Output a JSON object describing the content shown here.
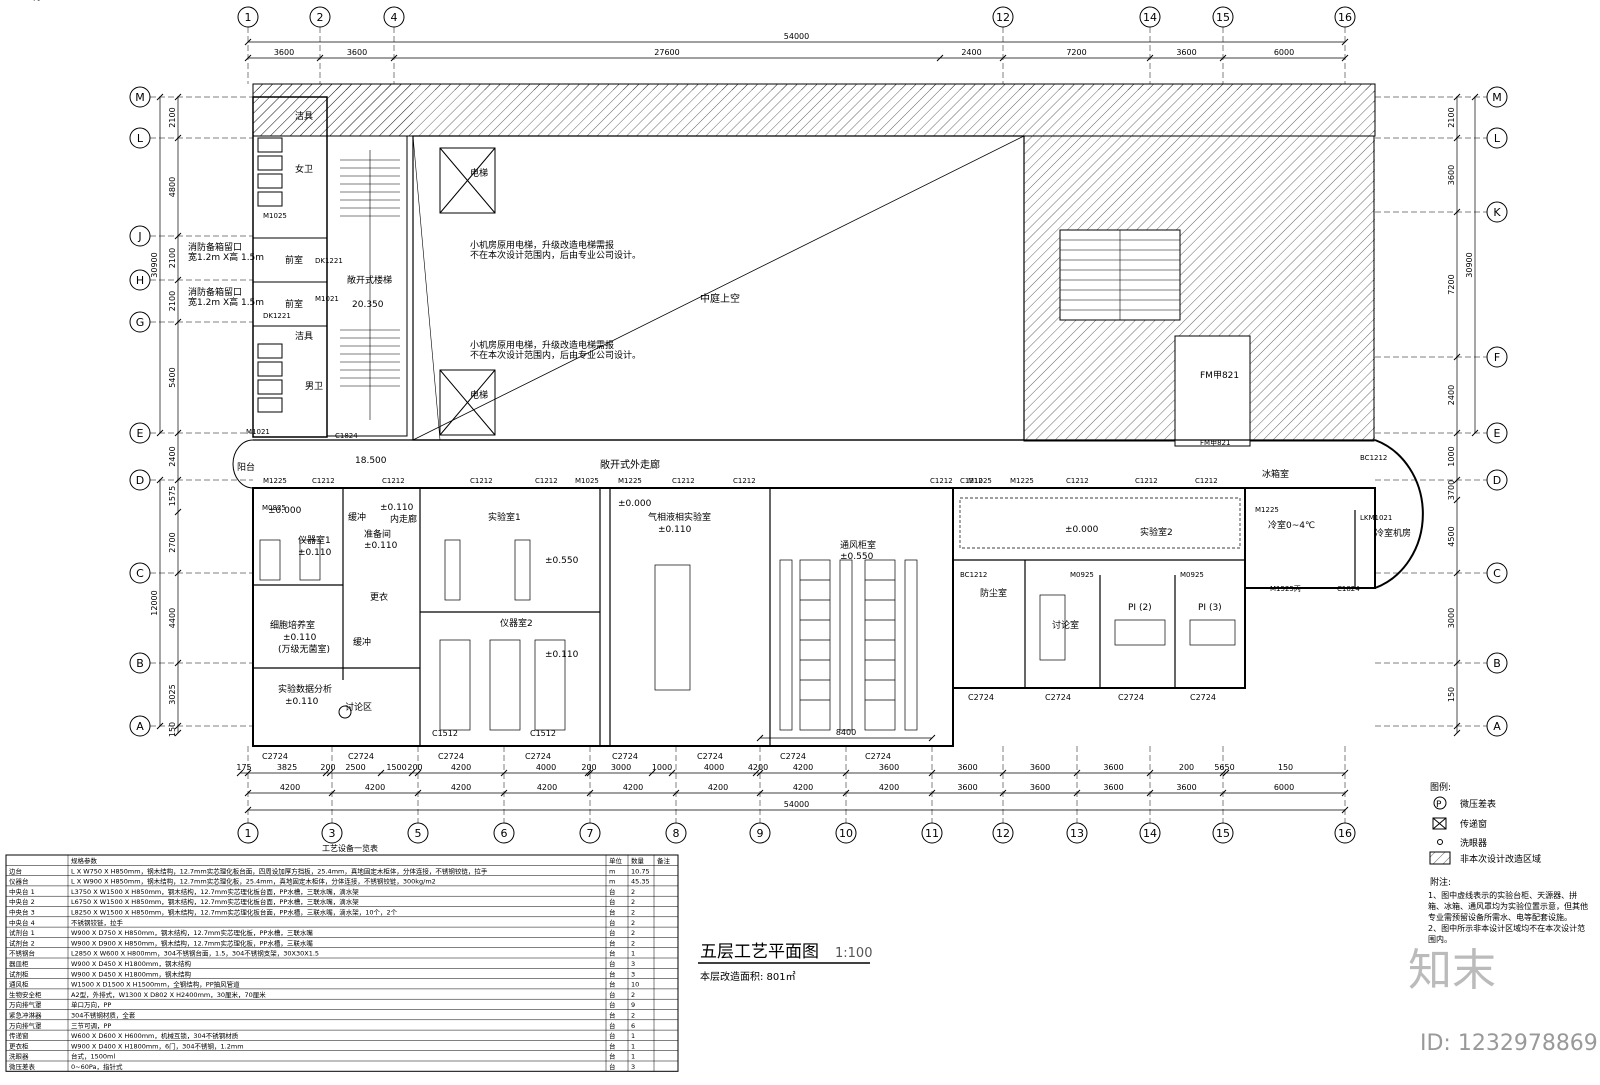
{
  "axes_top": [
    "1",
    "2",
    "4",
    "12",
    "14",
    "15",
    "16"
  ],
  "axes_bottom": [
    "1",
    "3",
    "5",
    "6",
    "7",
    "8",
    "9",
    "10",
    "11",
    "12",
    "13",
    "14",
    "15",
    "16"
  ],
  "axes_left": [
    "M",
    "L",
    "J",
    "H",
    "G",
    "E",
    "D",
    "C",
    "B",
    "A"
  ],
  "axes_right": [
    "M",
    "L",
    "K",
    "F",
    "E",
    "D",
    "C",
    "B",
    "A"
  ],
  "dims_top_total": "54000",
  "dims_top": [
    "3600",
    "3600",
    "27600",
    "2400",
    "7200",
    "3600",
    "6000"
  ],
  "dims_bottom_1": [
    "175",
    "3825",
    "200",
    "2500",
    "1500",
    "200",
    "4200",
    "4000",
    "200",
    "3000",
    "1000",
    "4000",
    "4200",
    "4200",
    "3600",
    "3600",
    "3600",
    "3600",
    "200",
    "5650",
    "150"
  ],
  "dims_bottom_2": [
    "4200",
    "4200",
    "4200",
    "4200",
    "4200",
    "4200",
    "4200",
    "4200",
    "3600",
    "3600",
    "3600",
    "3600",
    "6000"
  ],
  "dims_bottom_total": "54000",
  "dims_bottom_mid": "8400",
  "dims_left": [
    "2100",
    "4800",
    "2100",
    "2100",
    "5400",
    "2400",
    "1575",
    "2700",
    "4400",
    "3025",
    "150"
  ],
  "dims_left_total_1": "30900",
  "dims_left_total_2": "12000",
  "dims_right": [
    "2100",
    "3600",
    "7200",
    "2400",
    "1000",
    "3700",
    "4500",
    "3000",
    "150"
  ],
  "dims_right_total": "30900",
  "rooms": {
    "clean": "洁具",
    "female_wc": "女卫",
    "male_wc": "男卫",
    "clean2": "洁具",
    "front1": "前室",
    "front2": "前室",
    "open_stair": "敞开式楼梯",
    "courtyard": "中庭上空",
    "open_corridor": "敞开式外走廊",
    "balcony": "阳台",
    "buffer": "缓冲",
    "inner_corr": "内走廊",
    "instrument1": "仪器室1",
    "instrument1_lvl": "±0.110",
    "prep": "准备间",
    "prep_lvl": "±0.110",
    "lab1": "实验室1",
    "lab1_lvl": "±0.550",
    "instrument2": "仪器室2",
    "instrument2_lvl": "±0.110",
    "cell": "细胞培养室",
    "cell_lvl": "±0.110",
    "cell_sub": "(万级无菌室)",
    "buffer2": "缓冲",
    "change": "更衣",
    "data": "实验数据分析",
    "data_lvl": "±0.110",
    "discuss": "讨论区",
    "gc": "气相液相实验室",
    "gc_lvl": "±0.110",
    "fume": "通风柜室",
    "fume_lvl": "±0.550",
    "lab2": "实验室2",
    "lab2_lvl": "±0.000",
    "anti_dust": "防尘室",
    "discuss2": "讨论室",
    "pi2": "PI (2)",
    "pi3": "PI (3)",
    "ice": "冰箱室",
    "cold": "冷室0~4℃",
    "cold_machine": "冷室机房",
    "elevator1": "电梯",
    "elevator2": "电梯",
    "fm": "FM甲821",
    "lvl1": "±0.000",
    "lvl2": "±0.000",
    "lvl3": "±0.110",
    "lvl_corr": "18.500",
    "lvl_stair": "20.350"
  },
  "elev_note": "小机房原用电梯，升级改造电梯需报",
  "elev_note2": "不在本次设计范围内，后由专业公司设计。",
  "door_labels": [
    "M1225",
    "C1212",
    "C1212",
    "C1212",
    "C1212",
    "M1025",
    "M1225",
    "C1212",
    "C1212",
    "C1212",
    "M1025",
    "M1225",
    "C1212",
    "C1212",
    "C1212",
    "C1212",
    "M1225",
    "LKM1021",
    "M1025",
    "DK1221",
    "DK1221",
    "M1021",
    "M1021",
    "M0825",
    "BC1212",
    "BC1212",
    "M0925",
    "M0925",
    "M0925",
    "FM甲821",
    "M1525丙",
    "C1824",
    "C1824",
    "DYM1525丙"
  ],
  "window_labels": [
    "C2724",
    "C2724",
    "C2724",
    "C2724",
    "C2724",
    "C2724",
    "C2724",
    "C2724",
    "C2724",
    "C2724",
    "C2724",
    "C2724",
    "C1512",
    "C1512"
  ],
  "fire_hydrant": [
    "消防备箱留口",
    "宽1.2m X高 1.5m"
  ],
  "title": "五层工艺平面图",
  "scale": "1:100",
  "area_note": "本层改造面积: 801㎡",
  "legend_title": "图例:",
  "legend": [
    {
      "icon": "P",
      "label": "微压差表"
    },
    {
      "icon": "pass-box",
      "label": "传递窗"
    },
    {
      "icon": "dot",
      "label": "洗眼器"
    },
    {
      "icon": "hatch",
      "label": "非本次设计改造区域"
    }
  ],
  "notes_title": "附注:",
  "notes": [
    "1、图中虚线表示的实验台柜、天源器、拼箱、冰箱、通风罩均为实验位置示意，但其他专业需预留设备所需水、电等配套设施。",
    "2、图中所示非本设计区域均不在本次设计范围内。"
  ],
  "table_title": "工艺设备一览表",
  "table_header": [
    "",
    "规格参数",
    "单位",
    "数量",
    "备注"
  ],
  "table_rows": [
    [
      "边台",
      "L X W750 X H850mm，钢木结构，12.7mm实芯理化板台面，四周设加厚方挡板，25.4mm，真地固定木柜体，分体连接，不锈钢铰链，拉手",
      "m",
      "10.75",
      ""
    ],
    [
      "仪器台",
      "L X W900 X H850mm，钢木结构，12.7mm实芯理化板，25.4mm，真地固定木柜体，分体连接，不锈钢铰链，300kg/m2",
      "m",
      "45.35",
      ""
    ],
    [
      "中央台 1",
      "L3750 X W1500 X H850mm，钢木结构，12.7mm实芯理化板台面，PP水槽，三联水嘴，滴水架",
      "台",
      "2",
      ""
    ],
    [
      "中央台 2",
      "L6750 X W1500 X H850mm，钢木结构，12.7mm实芯理化板台面，PP水槽，三联水嘴，滴水架",
      "台",
      "2",
      ""
    ],
    [
      "中央台 3",
      "L8250 X W1500 X H850mm，钢木结构，12.7mm实芯理化板台面，PP水槽，三联水嘴，滴水架，10个，2个",
      "台",
      "2",
      ""
    ],
    [
      "中央台 4",
      "不锈钢铰链，拉手",
      "台",
      "2",
      ""
    ],
    [
      "试剂台 1",
      "W900 X D750 X H850mm，钢木结构，12.7mm实芯理化板，PP水槽，三联水嘴",
      "台",
      "2",
      ""
    ],
    [
      "试剂台 2",
      "W900 X D900 X H850mm，钢木结构，12.7mm实芯理化板，PP水槽，三联水嘴",
      "台",
      "2",
      ""
    ],
    [
      "不锈钢台",
      "L2850 X W600 X H800mm，304不锈钢台面，1.5，304不锈钢支架，30X30X1.5",
      "台",
      "1",
      ""
    ],
    [
      "器皿柜",
      "W900 X D450 X H1800mm，钢木结构",
      "台",
      "3",
      ""
    ],
    [
      "试剂柜",
      "W900 X D450 X H1800mm，钢木结构",
      "台",
      "3",
      ""
    ],
    [
      "通风柜",
      "W1500 X D1500 X H1500mm，全钢结构，PP抽风管道",
      "台",
      "10",
      ""
    ],
    [
      "生物安全柜",
      "A2型，外排式，W1300 X D802 X H2400mm，30厘米，70厘米",
      "台",
      "2",
      ""
    ],
    [
      "万向排气罩",
      "单口万向，PP",
      "台",
      "9",
      ""
    ],
    [
      "紧急冲淋器",
      "304不锈钢材质，全套",
      "台",
      "2",
      ""
    ],
    [
      "万向排气罩",
      "三节可调，PP",
      "台",
      "6",
      ""
    ],
    [
      "传递窗",
      "W600 X D600 X H600mm，机械互锁，304不锈钢材质",
      "台",
      "1",
      ""
    ],
    [
      "更衣柜",
      "W900 X D400 X H1800mm，6门，304不锈钢，1.2mm",
      "台",
      "1",
      ""
    ],
    [
      "洗眼器",
      "台式，1500ml",
      "台",
      "1",
      ""
    ],
    [
      "微压差表",
      "0~60Pa，指针式",
      "台",
      "3",
      ""
    ]
  ],
  "watermark": "知末",
  "image_id": "ID: 1232978869"
}
